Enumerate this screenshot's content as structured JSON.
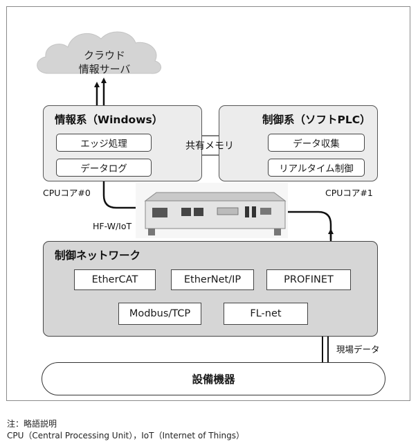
{
  "cloud": {
    "line1": "クラウド",
    "line2": "情報サーバ"
  },
  "info_system": {
    "title": "情報系（Windows）",
    "items": [
      "エッジ処理",
      "データログ"
    ],
    "core": "CPUコア#0"
  },
  "control_system": {
    "title": "制御系（ソフトPLC）",
    "items": [
      "データ収集",
      "リアルタイム制御"
    ],
    "core": "CPUコア#1"
  },
  "shared_memory": "共有メモリ",
  "device_label": "HF-W/IoT",
  "network": {
    "title": "制御ネットワーク",
    "protocols": [
      "EtherCAT",
      "EtherNet/IP",
      "PROFINET",
      "Modbus/TCP",
      "FL-net"
    ]
  },
  "field_data_label": "現場データ",
  "equipment": "設備機器",
  "notes": {
    "line1": "注：略語説明",
    "line2": "CPU（Central Processing Unit），IoT（Internet of Things）"
  },
  "colors": {
    "box_fill": "#ececec",
    "network_fill": "#d6d6d6",
    "cloud_fill": "#d4d4d4"
  }
}
